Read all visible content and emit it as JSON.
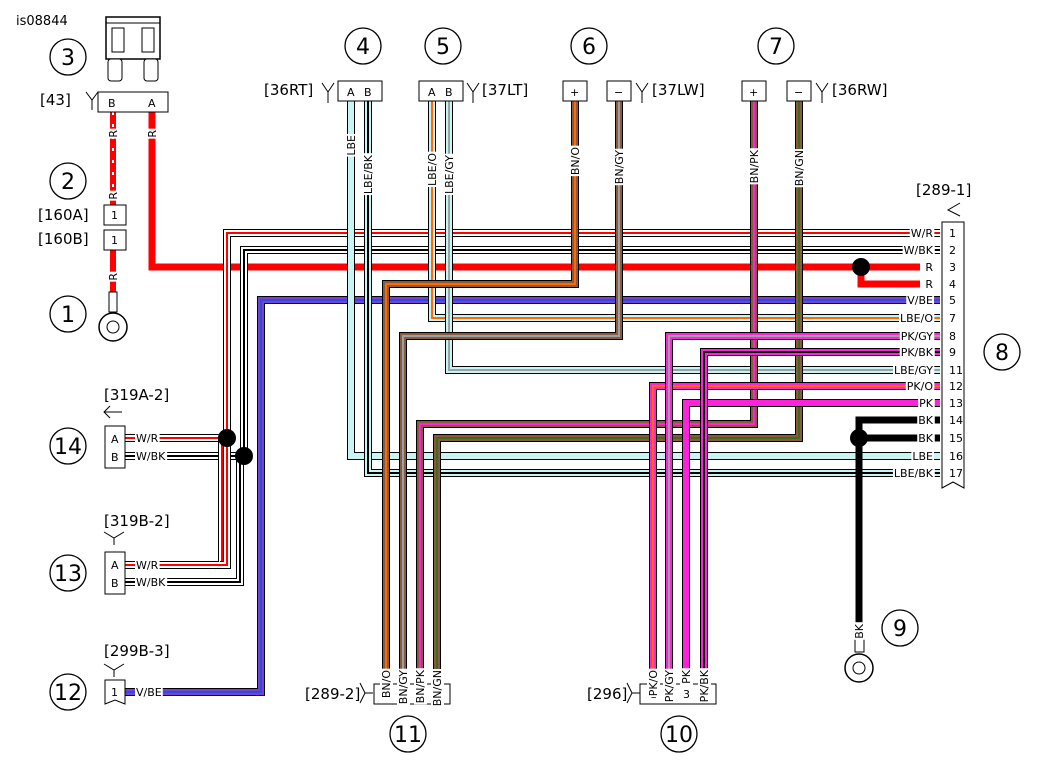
{
  "image_code": "is08844",
  "callouts": [
    "1",
    "2",
    "3",
    "4",
    "5",
    "6",
    "7",
    "8",
    "9",
    "10",
    "11",
    "12",
    "13",
    "14"
  ],
  "connector_refs": {
    "c43": "[43]",
    "c160a": "[160A]",
    "c160b": "[160B]",
    "c36rt": "[36RT]",
    "c37lt": "[37LT]",
    "c37lw": "[37LW]",
    "c36rw": "[36RW]",
    "c289_1": "[289-1]",
    "c289_2": "[289-2]",
    "c296": "[296]",
    "c319a": "[319A-2]",
    "c319b": "[319B-2]",
    "c299b": "[299B-3]"
  },
  "pins": {
    "c43": [
      "B",
      "A"
    ],
    "c160a": "1",
    "c160b": "1",
    "c36rt": [
      "A",
      "B"
    ],
    "c37lt": [
      "A",
      "B"
    ],
    "c37lw": [
      "+",
      "−"
    ],
    "c36rw": [
      "+",
      "−"
    ],
    "c289_1": [
      "1",
      "2",
      "3",
      "4",
      "5",
      "7",
      "8",
      "9",
      "11",
      "12",
      "13",
      "14",
      "15",
      "16",
      "17"
    ],
    "c289_2": [
      "1",
      "2",
      "3",
      "4"
    ],
    "c296": [
      "1",
      "2",
      "3",
      "4"
    ],
    "c319a": [
      "A",
      "B"
    ],
    "c319b": [
      "A",
      "B"
    ],
    "c299b": "1"
  },
  "wire_labels": {
    "c43": [
      "R",
      "R"
    ],
    "fuse_line": [
      "R",
      "R"
    ],
    "c36rt": [
      "LBE",
      "LBE/BK"
    ],
    "c37lt": [
      "LBE/O",
      "LBE/GY"
    ],
    "c37lw": [
      "BN/O",
      "BN/GY"
    ],
    "c36rw": [
      "BN/PK",
      "BN/GN"
    ],
    "c289_1": [
      "W/R",
      "W/BK",
      "R",
      "R",
      "V/BE",
      "LBE/O",
      "PK/GY",
      "PK/BK",
      "LBE/GY",
      "PK/O",
      "PK",
      "BK",
      "BK",
      "LBE",
      "LBE/BK"
    ],
    "c289_2": [
      "BN/O",
      "BN/GY",
      "BN/PK",
      "BN/GN"
    ],
    "c296": [
      "PK/O",
      "PK/GY",
      "PK",
      "PK/BK"
    ],
    "c319a": [
      "W/R",
      "W/BK"
    ],
    "c319b": [
      "W/R",
      "W/BK"
    ],
    "c299b": "V/BE",
    "ground": "BK"
  },
  "colors": {
    "R": "#ff0000",
    "W": "#ffffff",
    "BK": "#000000",
    "V": "#7a3fd6",
    "BE": "#2a4fd6",
    "LBE": "#c8f4f4",
    "O": "#ff6a00",
    "GY": "#9aa3a3",
    "BN": "#8b5a3c",
    "GN": "#3d6b1a",
    "PK": "#ff22dd"
  }
}
